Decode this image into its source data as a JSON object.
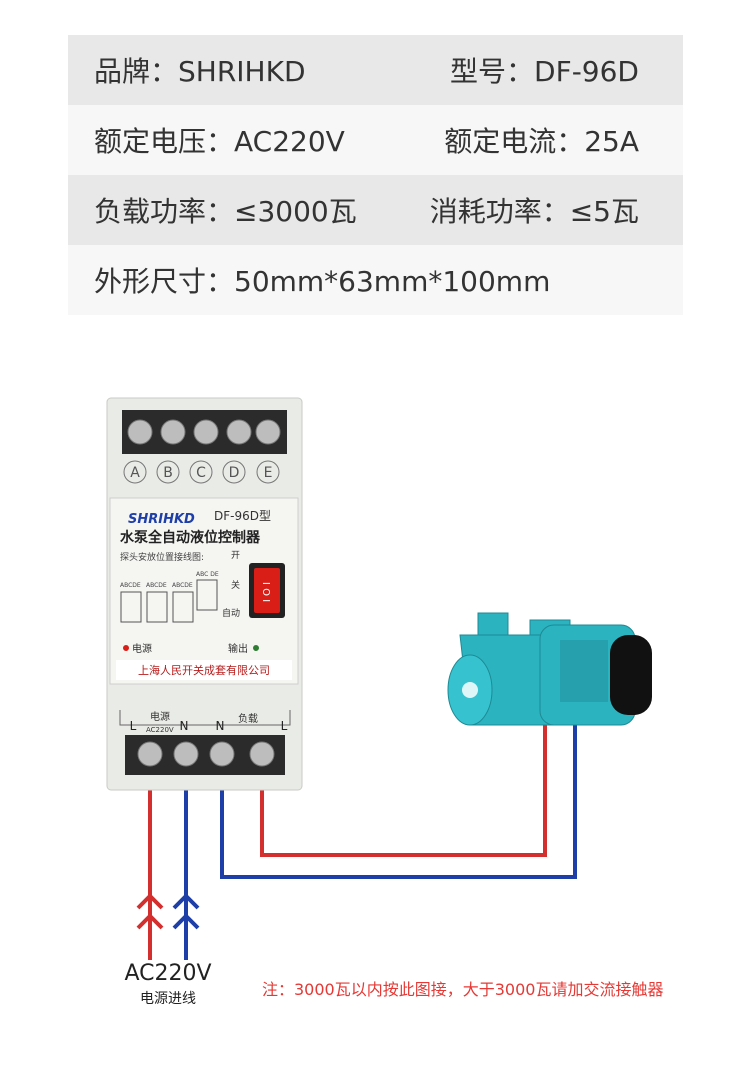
{
  "specs": [
    {
      "left": "品牌：SHRIHKD",
      "right": "型号：DF-96D"
    },
    {
      "left": "额定电压：AC220V",
      "right": "额定电流：25A"
    },
    {
      "left": "负载功率：≤3000瓦",
      "right": "消耗功率：≤5瓦"
    },
    {
      "left": "外形尺寸：50mm*63mm*100mm",
      "right": ""
    }
  ],
  "device": {
    "top_terminals": [
      "A",
      "B",
      "C",
      "D",
      "E"
    ],
    "brand": "SHRIHKD",
    "model": "DF-96D型",
    "name": "水泵全自动液位控制器",
    "probe_label": "探头安放位置接线图:",
    "diagram_labels": [
      "ABCDE",
      "ABCDE",
      "ABCDE",
      "ABC DE"
    ],
    "switch_open": "开",
    "switch_close": "关",
    "switch_auto": "自动",
    "power_led": "电源",
    "output_led": "输出",
    "maker": "上海人民开关成套有限公司",
    "power_label": "电源",
    "power_voltage": "AC220V",
    "load_label": "负载",
    "bottom_terminals": [
      "L",
      "N",
      "N",
      "L"
    ]
  },
  "source": {
    "voltage": "AC220V",
    "label": "电源进线"
  },
  "note": "注：3000瓦以内按此图接，大于3000瓦请加交流接触器",
  "colors": {
    "live": "#d32f2f",
    "neutral": "#1e3fa8",
    "pump": "#2bb3c0",
    "device_body": "#e9ebe6",
    "label_panel": "#f5f5f2"
  }
}
